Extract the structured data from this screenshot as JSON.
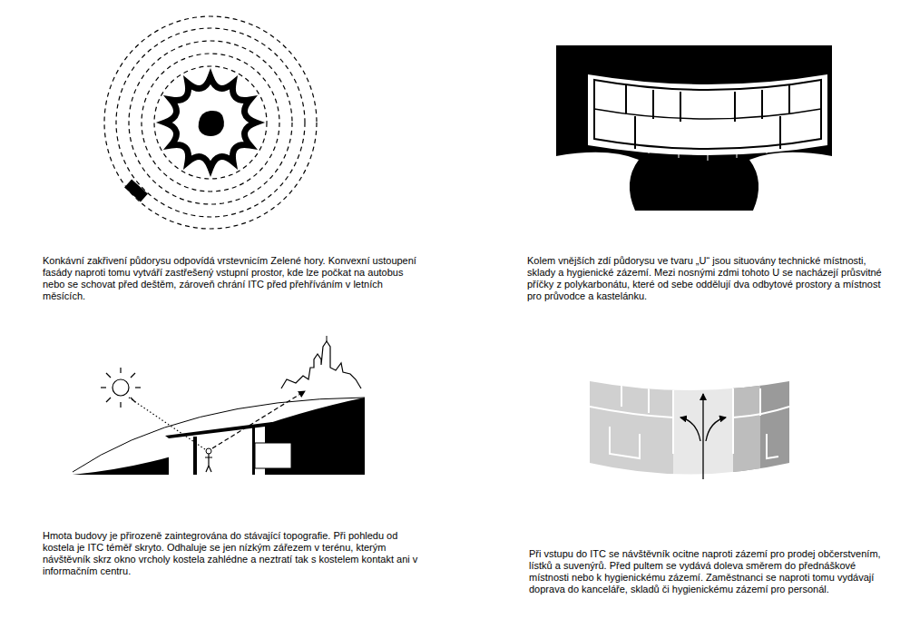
{
  "diagram": {
    "labels": [
      "Konkávní zakřivení půdorysu odpovídá vrstevnicím Zelené hory. Konvexní ustoupení fasády naproti tomu vytváří zastřešený vstupní prostor, kde lze počkat na autobus nebo se schovat před deštěm, zároveň chrání ITC před přehříváním v letních měsících.",
      "Kolem vnějších zdí půdorysu ve tvaru „U“ jsou situovány technické místnosti, sklady a hygienické zázemí. Mezi nosnými zdmi tohoto U se nacházejí průsvitné příčky z polykarbonátu, které od sebe oddělují dva odbytové prostory a místnost pro průvodce a kastelánku.",
      "Hmota budovy je přirozeně zaintegrována do stávající topografie. Při pohledu od kostela je ITC téměř skryto. Odhaluje se jen nízkým zářezem v terénu, kterým návštěvník skrz okno vrcholy kostela zahlédne a neztratí tak s kostelem kontakt ani v informačním centru.",
      "Při vstupu do ITC se návštěvník ocitne naproti zázemí pro prodej občerstvením, lístků a suvenýrů. Před pultem se vydává doleva směrem do přednáškové místnosti nebo k hygienickému zázemí. Zaměstnanci se naproti tomu vydávají doprava do kanceláře, skladů či hygienickému zázemí pro personál."
    ]
  }
}
